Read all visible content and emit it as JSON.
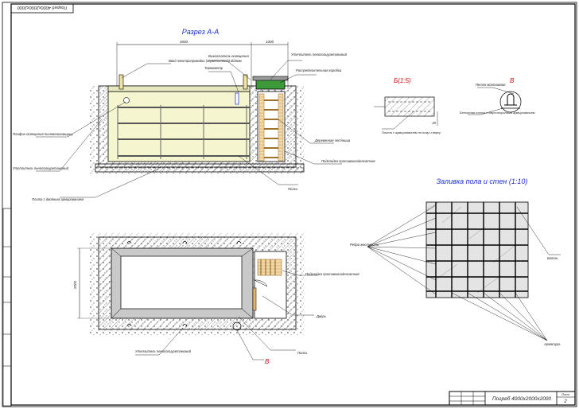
{
  "sheet": {
    "stamp_text": "Погреб 4000х2000х2000",
    "sheet_label": "Лист",
    "sheet_number": "2"
  },
  "section_aa": {
    "title": "Разрез А-А",
    "dim_left": "4000",
    "dim_right": "1000",
    "labels": {
      "cable": "Ввод электропроводки (герметичный) Ø25мм",
      "light_switch": "Выключатель освещения",
      "thermometer": "Термометр",
      "insulation_top": "Утеплитель пенополиуретановый",
      "dist_box": "Распределительная коробка",
      "ceiling_lamp": "Плафон освещения пылевлагозащищ.",
      "insulation_side": "Утеплитель пенополиуретановый",
      "wood_ladder": "Деревянная лестница",
      "waterproof": "Подкладка противоконденсатная",
      "shelves": "Полки",
      "slab": "Плита с двойным армированием"
    }
  },
  "plan": {
    "dim_side": "2000",
    "labels": {
      "waterproof": "Подкладка противоконденсатная",
      "door": "Дверь",
      "shelves": "Полки",
      "insulation": "Утеплитель пенополиуретановый"
    },
    "marker": "В"
  },
  "detail_b": {
    "title": "Б(1:5)",
    "dim": "20",
    "label": "Плита с армирова­нием по низу и верху"
  },
  "detail_v": {
    "title": "В",
    "loop_label": "Петля монтажная",
    "slab_label": "Бетонная плита с двухсторонним армированием"
  },
  "floor_pour": {
    "title": "Заливка пола и стен (1:10)",
    "rib_label": "Ребра жесткости",
    "concrete_label": "Бетон",
    "rebar_label": "Арматура"
  }
}
